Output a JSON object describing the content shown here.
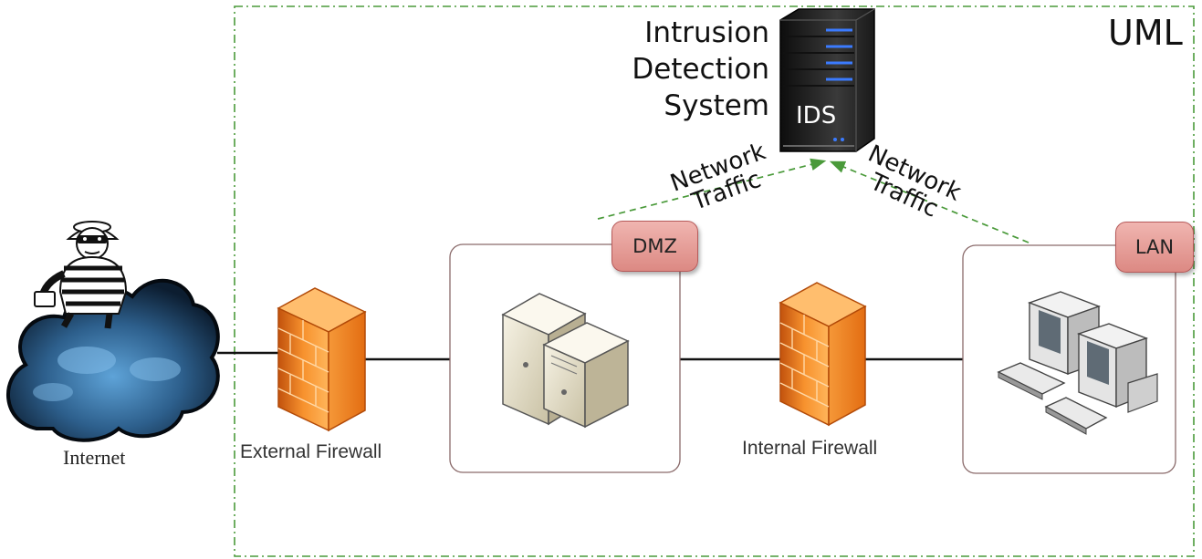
{
  "boundary": {
    "label": "UML"
  },
  "ids": {
    "title_lines": [
      "Intrusion",
      "Detection",
      "System"
    ],
    "badge": "IDS"
  },
  "traffic": {
    "left": {
      "line1": "Network",
      "line2": "Traffic"
    },
    "right": {
      "line1": "Network",
      "line2": "Traffic"
    }
  },
  "zones": {
    "dmz": "DMZ",
    "lan": "LAN"
  },
  "nodes": {
    "internet": "Internet",
    "external_firewall": "External Firewall",
    "internal_firewall": "Internal Firewall"
  },
  "colors": {
    "boundary": "#4a9a3a",
    "traffic_arrow": "#4a9a3a",
    "zone_tag": "#e8a29d",
    "firewall": "#f07f22"
  },
  "icons": [
    "attacker-icon",
    "cloud-icon",
    "firewall-icon",
    "server-icon",
    "workstation-icon"
  ]
}
